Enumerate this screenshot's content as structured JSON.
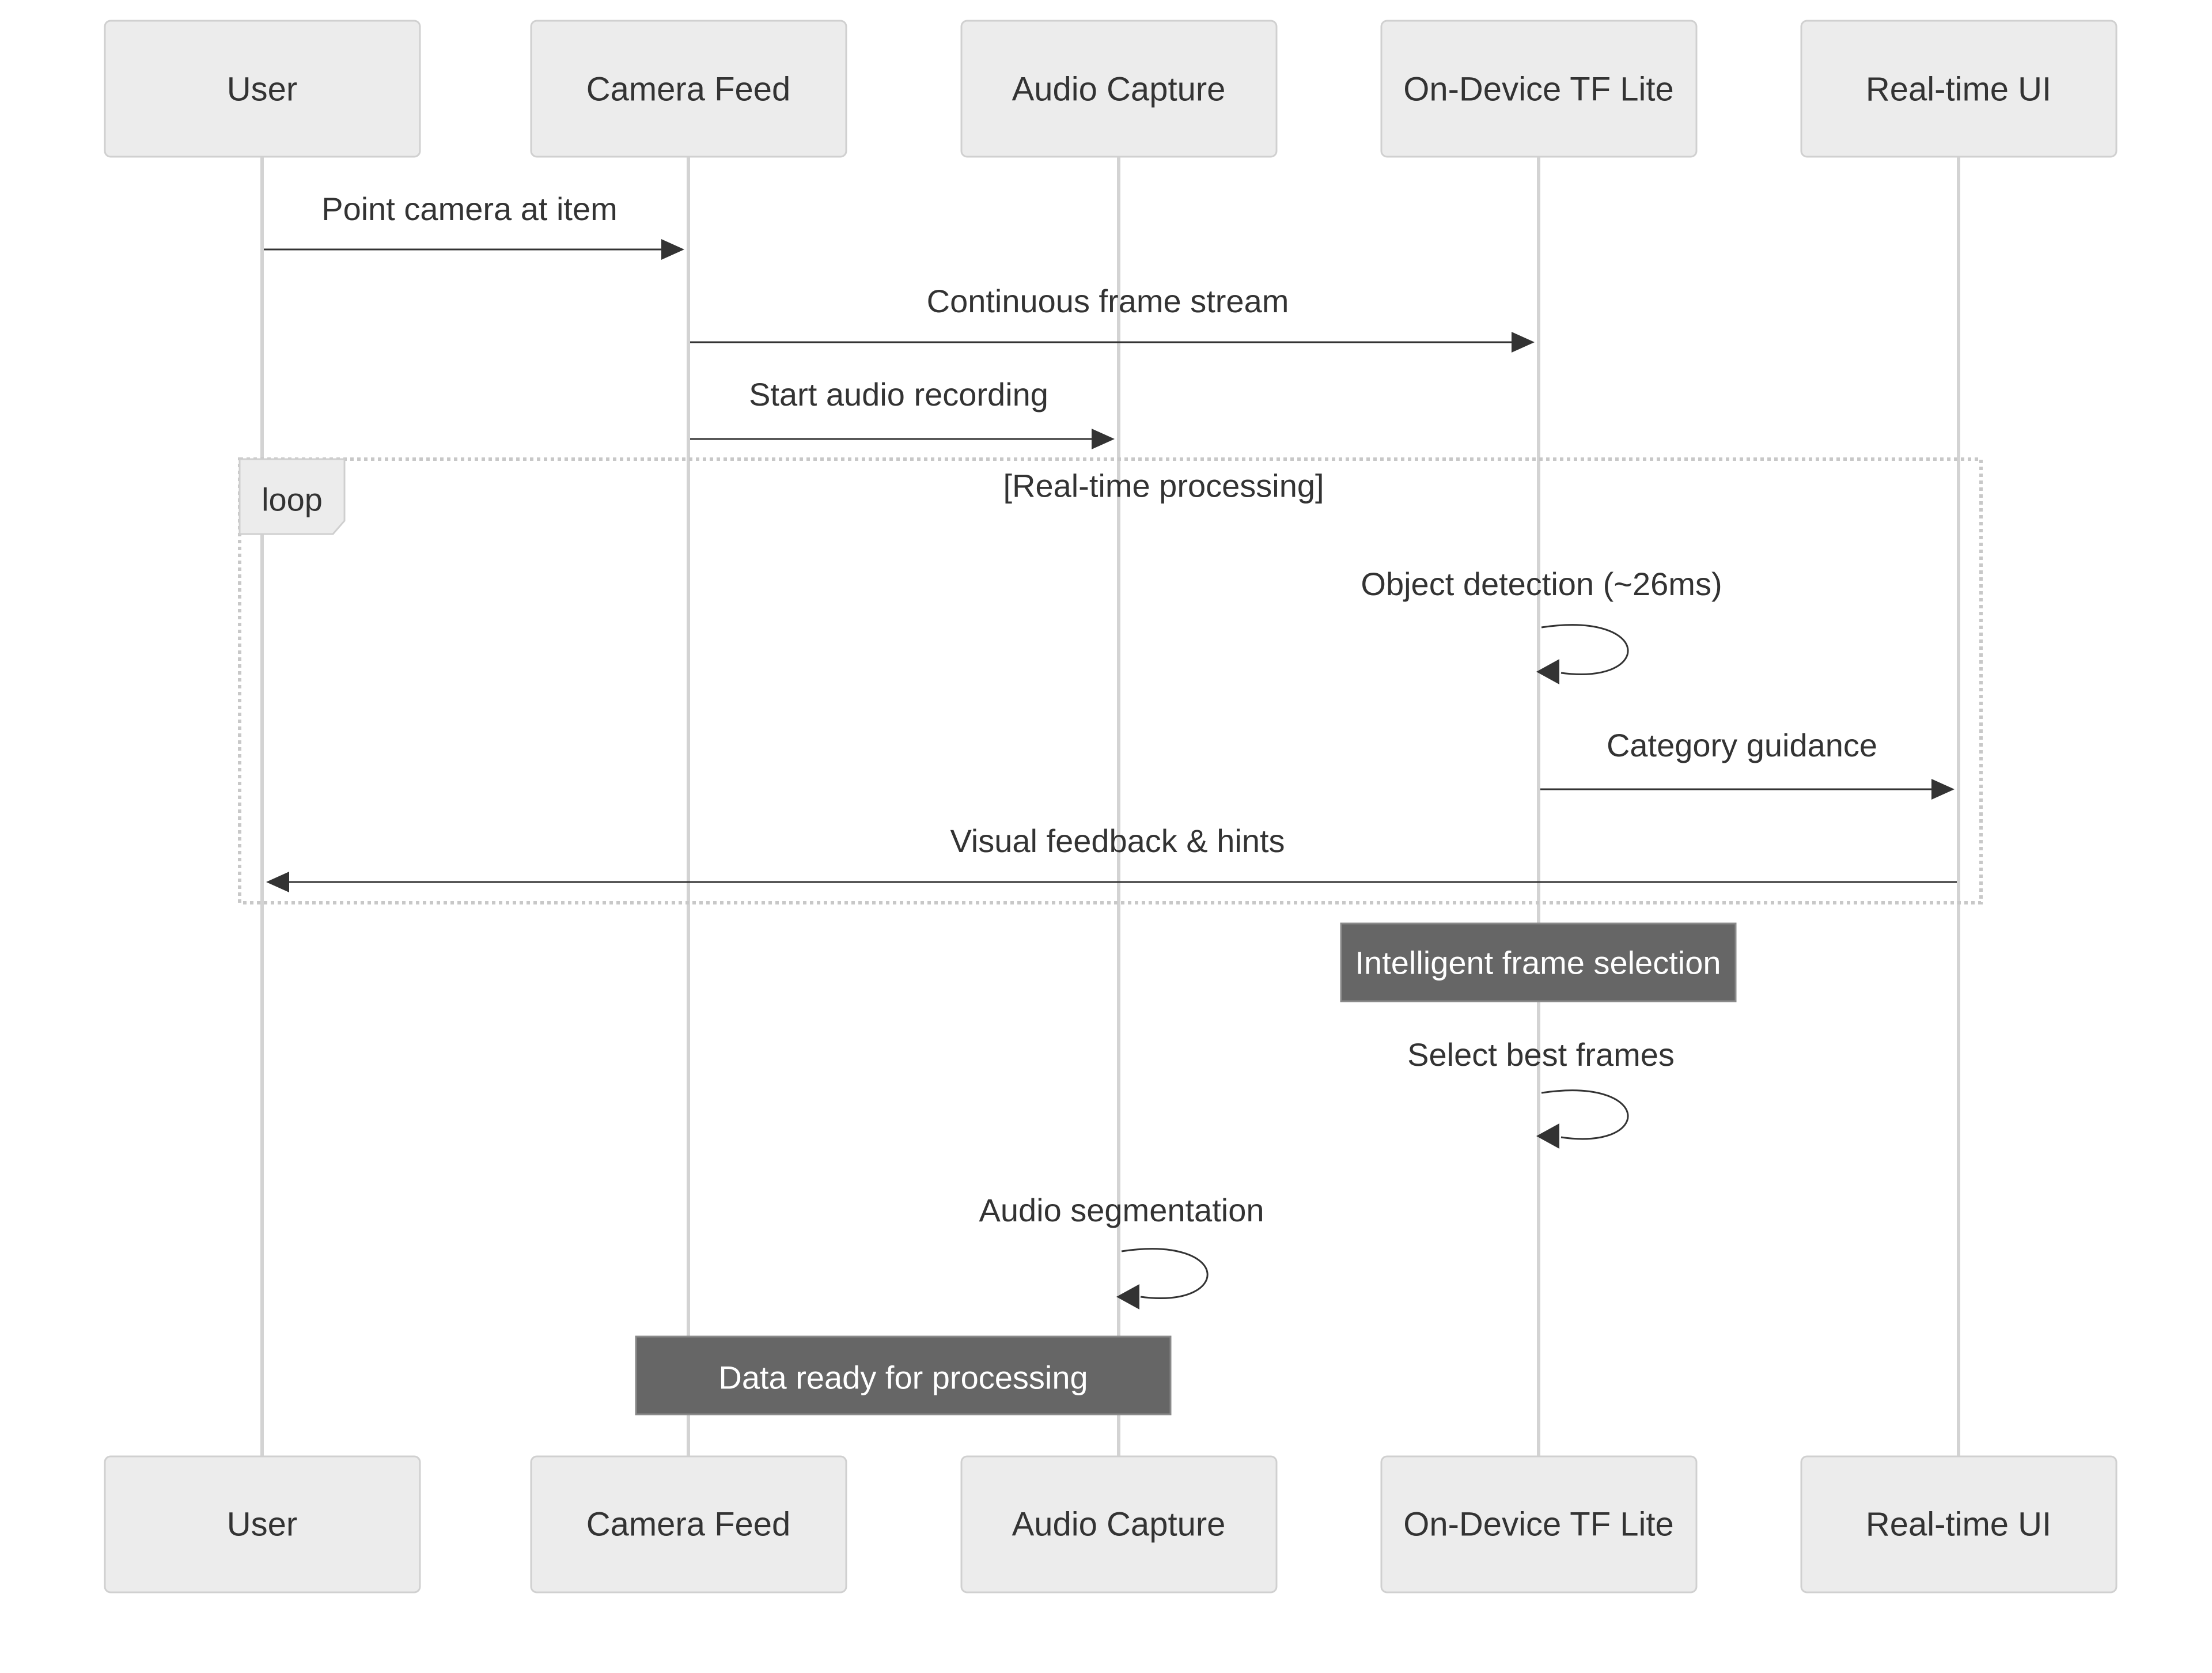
{
  "participants": [
    {
      "id": "user",
      "label": "User"
    },
    {
      "id": "camera",
      "label": "Camera Feed"
    },
    {
      "id": "audio",
      "label": "Audio Capture"
    },
    {
      "id": "tflite",
      "label": "On-Device TF Lite"
    },
    {
      "id": "ui",
      "label": "Real-time UI"
    }
  ],
  "messages": [
    {
      "from": "user",
      "to": "camera",
      "label": "Point camera at item"
    },
    {
      "from": "camera",
      "to": "tflite",
      "label": "Continuous frame stream"
    },
    {
      "from": "camera",
      "to": "audio",
      "label": "Start audio recording"
    },
    {
      "from": "tflite",
      "to": "tflite",
      "label": "Object detection (~26ms)"
    },
    {
      "from": "tflite",
      "to": "ui",
      "label": "Category guidance"
    },
    {
      "from": "ui",
      "to": "user",
      "label": "Visual feedback & hints"
    },
    {
      "from": "tflite",
      "to": "tflite",
      "label": "Select best frames"
    },
    {
      "from": "audio",
      "to": "audio",
      "label": "Audio segmentation"
    }
  ],
  "loop": {
    "label": "loop",
    "condition": "[Real-time processing]"
  },
  "notes": [
    {
      "over": "tflite",
      "label": "Intelligent frame selection"
    },
    {
      "over": "camera-audio",
      "label": "Data ready for processing"
    }
  ]
}
